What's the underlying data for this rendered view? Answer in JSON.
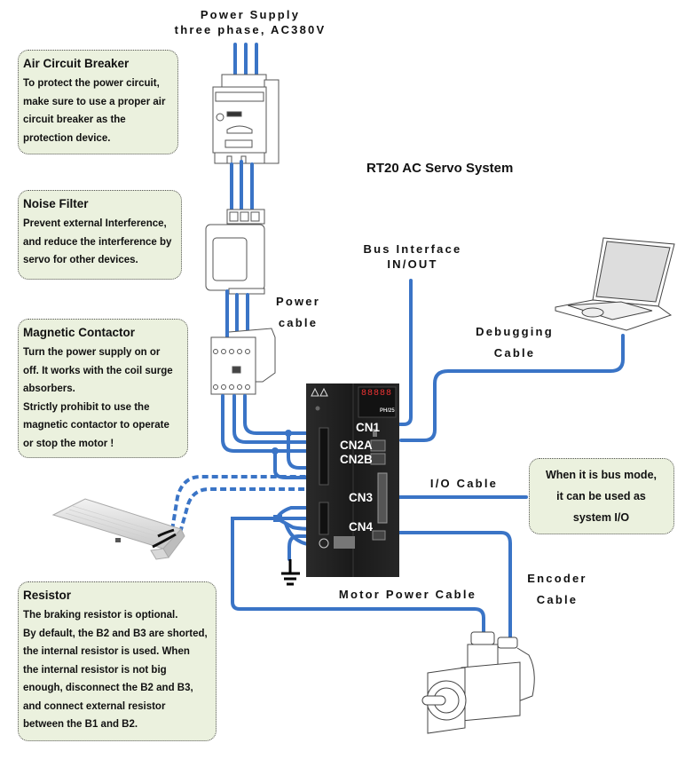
{
  "title": "RT20 AC Servo System",
  "power_supply": {
    "line1": "Power Supply",
    "line2": "three phase, AC380V"
  },
  "notes": {
    "air_circuit_breaker": {
      "title": "Air Circuit Breaker",
      "lines": [
        "To protect the power circuit,",
        "make sure to use a proper air",
        "circuit breaker as the",
        "protection device."
      ]
    },
    "noise_filter": {
      "title": "Noise Filter",
      "lines": [
        "Prevent external Interference,",
        "and reduce the interference by",
        "servo for other devices."
      ]
    },
    "magnetic_contactor": {
      "title": "Magnetic Contactor",
      "lines": [
        "Turn the power supply on or",
        "off. It works with the coil surge",
        "absorbers.",
        "Strictly prohibit to use the",
        "magnetic contactor to operate",
        "or stop the motor !"
      ]
    },
    "resistor": {
      "title": "Resistor",
      "lines": [
        "The braking resistor is optional.",
        "By default, the B2 and B3 are shorted,",
        "the internal resistor is used. When",
        "the internal resistor is not big",
        "enough, disconnect the B2 and B3,",
        "and connect external resistor",
        "between the B1 and B2."
      ]
    },
    "system_io": {
      "lines": [
        "When it is bus mode,",
        "it can be used as",
        "system I/O"
      ]
    }
  },
  "cable_labels": {
    "power_cable": [
      "Power",
      "cable"
    ],
    "bus_interface": [
      "Bus Interface",
      "IN/OUT"
    ],
    "debugging_cable": [
      "Debugging",
      "Cable"
    ],
    "io_cable": "I/O Cable",
    "motor_power_cable": "Motor Power Cable",
    "encoder_cable": [
      "Encoder",
      "Cable"
    ]
  },
  "drive": {
    "display": "88888",
    "model": "PH/25",
    "connectors": [
      "CN1",
      "CN2A",
      "CN2B",
      "CN3",
      "CN4"
    ]
  },
  "colors": {
    "cable": "#3a74c6",
    "note_bg": "#ebf1de",
    "drive_body": "#1f1f1f"
  }
}
